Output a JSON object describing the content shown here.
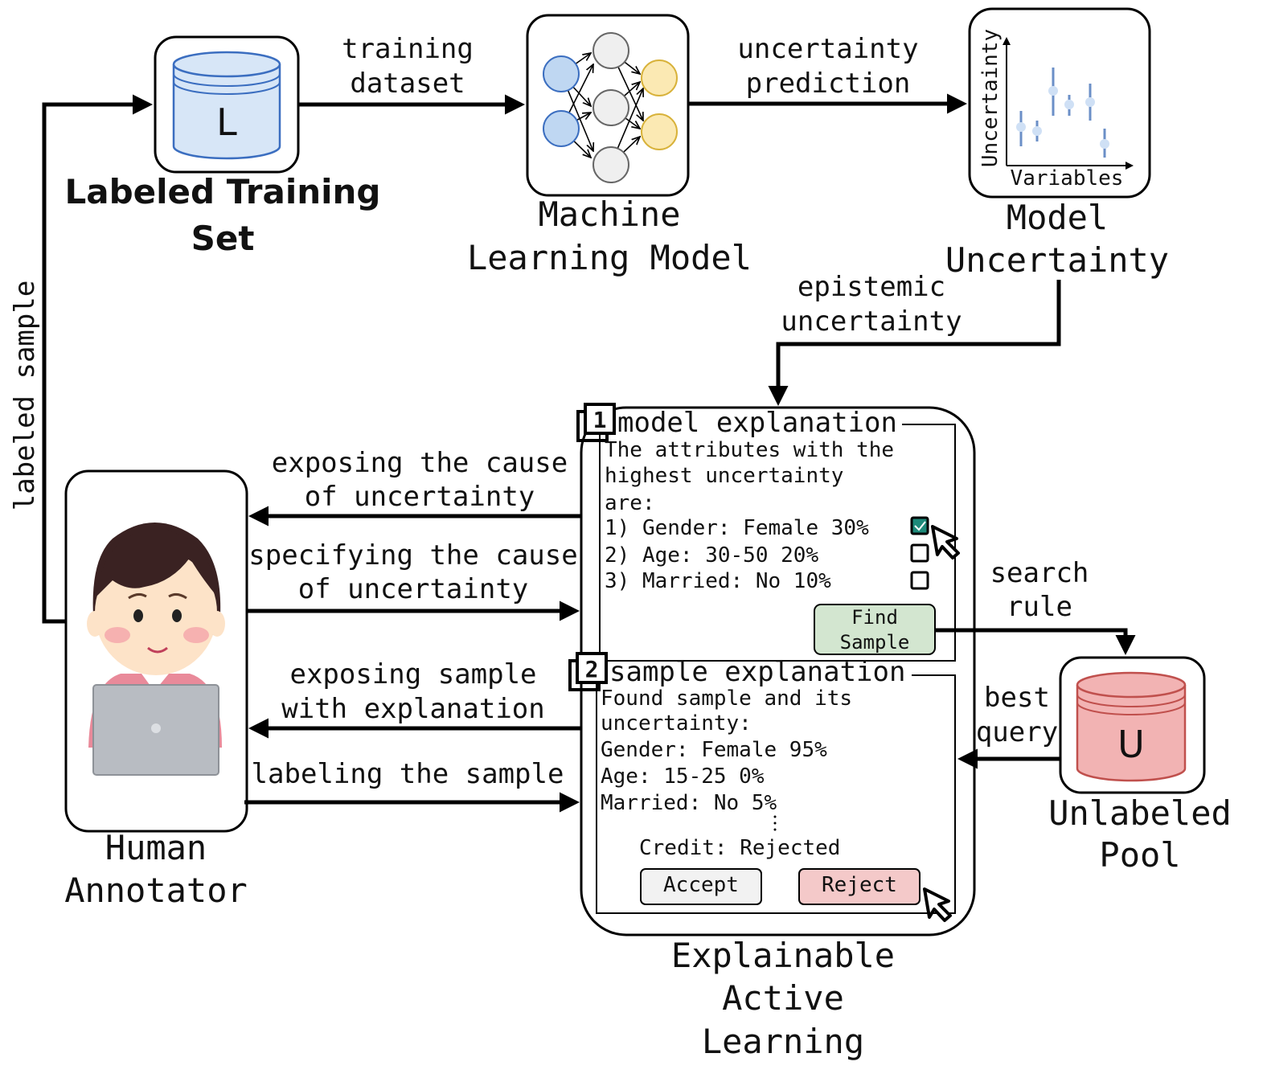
{
  "nodes": {
    "labeled_set": {
      "title_line1": "Labeled Training",
      "title_line2": "Set",
      "icon_letter": "L"
    },
    "ml_model": {
      "title_line1": "Machine",
      "title_line2": "Learning Model"
    },
    "model_uncertainty": {
      "title_line1": "Model",
      "title_line2": "Uncertainty",
      "plot_ylabel": "Uncertainty",
      "plot_xlabel": "Variables"
    },
    "unlabeled_pool": {
      "title_line1": "Unlabeled",
      "title_line2": "Pool",
      "icon_letter": "U"
    },
    "human_annotator": {
      "title_line1": "Human",
      "title_line2": "Annotator"
    },
    "xal": {
      "title_line1": "Explainable",
      "title_line2": "Active",
      "title_line3": "Learning"
    }
  },
  "edges": {
    "training_dataset": {
      "line1": "training",
      "line2": "dataset"
    },
    "uncertainty_prediction": {
      "line1": "uncertainty",
      "line2": "prediction"
    },
    "epistemic_uncertainty": {
      "line1": "epistemic",
      "line2": "uncertainty"
    },
    "labeled_sample": "labeled sample",
    "exposing_cause": {
      "line1": "exposing the cause",
      "line2": "of uncertainty"
    },
    "specifying_cause": {
      "line1": "specifying the cause",
      "line2": "of uncertainty"
    },
    "exposing_sample": {
      "line1": "exposing sample",
      "line2": "with explanation"
    },
    "labeling_sample": "labeling the sample",
    "search_rule": {
      "line1": "search",
      "line2": "rule"
    },
    "best_query": {
      "line1": "best",
      "line2": "query"
    }
  },
  "panel_model_explanation": {
    "number": "1",
    "title": "model explanation",
    "text_line1": "The attributes with the",
    "text_line2": "highest uncertainty",
    "text_line3": "are:",
    "items": [
      {
        "label": "1) Gender: Female 30%",
        "checked": true
      },
      {
        "label": "2) Age: 30-50 20%",
        "checked": false
      },
      {
        "label": "3) Married: No 10%",
        "checked": false
      }
    ],
    "button_line1": "Find",
    "button_line2": "Sample"
  },
  "panel_sample_explanation": {
    "number": "2",
    "title": "sample explanation",
    "text_line1": "Found sample and its",
    "text_line2": "uncertainty:",
    "rows": [
      "Gender: Female 95%",
      "Age: 15-25 0%",
      "Married: No 5%"
    ],
    "credit": "Credit: Rejected",
    "accept_label": "Accept",
    "reject_label": "Reject"
  },
  "colors": {
    "input_node": "#bfd7f2",
    "hidden_node": "#efefef",
    "output_node": "#fbe9b3",
    "labeled_db": "#d7e6f7",
    "unlabeled_db": "#f2b3b3",
    "find_button": "#d3e6d0",
    "reject_button": "#f4c9c9",
    "checkbox_checked": "#1e8a7a"
  }
}
